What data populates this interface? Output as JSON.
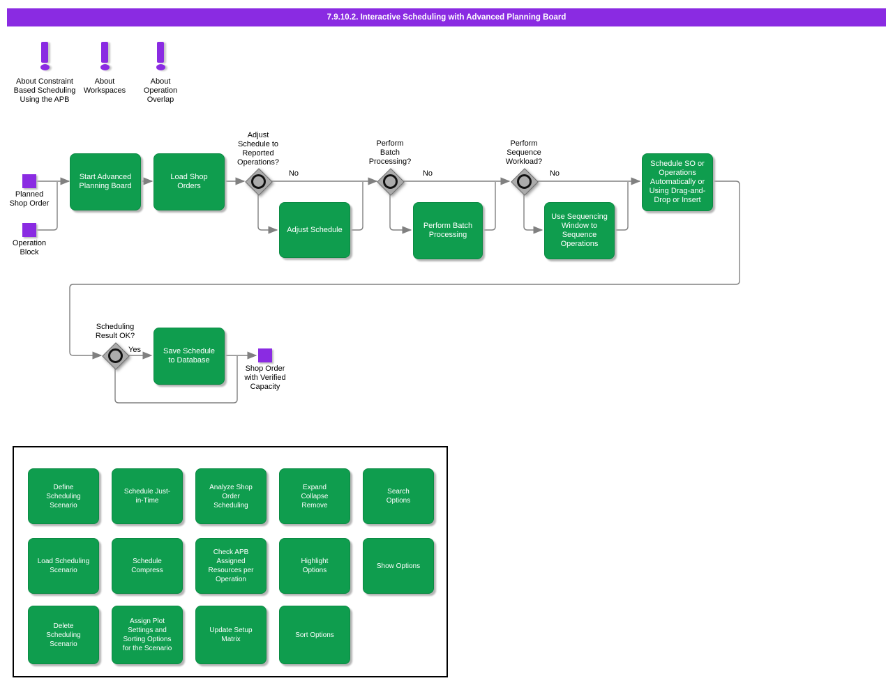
{
  "title_bar": {
    "text": "7.9.10.2. Interactive Scheduling with Advanced Planning Board"
  },
  "colors": {
    "title_bar_purple": "#8a2be2",
    "terminator_purple": "#8a2be2",
    "process_green": "#0f9d4e",
    "connector_gray": "#808080",
    "decision_gray": "#ababab"
  },
  "notes": [
    {
      "label": "About Constraint\nBased Scheduling\nUsing the APB"
    },
    {
      "label": "About\nWorkspaces"
    },
    {
      "label": "About\nOperation\nOverlap"
    }
  ],
  "flow": {
    "terminators": [
      {
        "label": "Planned\nShop Order"
      },
      {
        "label": "Operation\nBlock"
      },
      {
        "label": "Shop Order\nwith Verified\nCapacity"
      }
    ],
    "processes": [
      {
        "label": "Start Advanced\nPlanning Board"
      },
      {
        "label": "Load Shop\nOrders"
      },
      {
        "label": "Adjust Schedule"
      },
      {
        "label": "Perform Batch\nProcessing"
      },
      {
        "label": "Use Sequencing\nWindow to\nSequence\nOperations"
      },
      {
        "label": "Schedule SO or\nOperations\nAutomatically or\nUsing Drag-and-\nDrop or Insert"
      },
      {
        "label": "Save Schedule\nto Database"
      }
    ],
    "decisions": [
      {
        "question": "Adjust\nSchedule to\nReported\nOperations?",
        "branch": "No"
      },
      {
        "question": "Perform\nBatch\nProcessing?",
        "branch": "No"
      },
      {
        "question": "Perform\nSequence\nWorkload?",
        "branch": "No"
      },
      {
        "question": "Scheduling\nResult OK?",
        "branch": "Yes"
      }
    ]
  },
  "panel": {
    "buttons": [
      "Define\nScheduling\nScenario",
      "Schedule Just-\nin-Time",
      "Analyze Shop\nOrder\nScheduling",
      "Expand\nCollapse\nRemove",
      "Search\nOptions",
      "Load Scheduling\nScenario",
      "Schedule\nCompress",
      "Check APB\nAssigned\nResources per\nOperation",
      "Highlight\nOptions",
      "Show Options",
      "Delete\nScheduling\nScenario",
      "Assign Plot\nSettings and\nSorting Options\nfor the Scenario",
      "Update Setup\nMatrix",
      "Sort Options"
    ]
  }
}
